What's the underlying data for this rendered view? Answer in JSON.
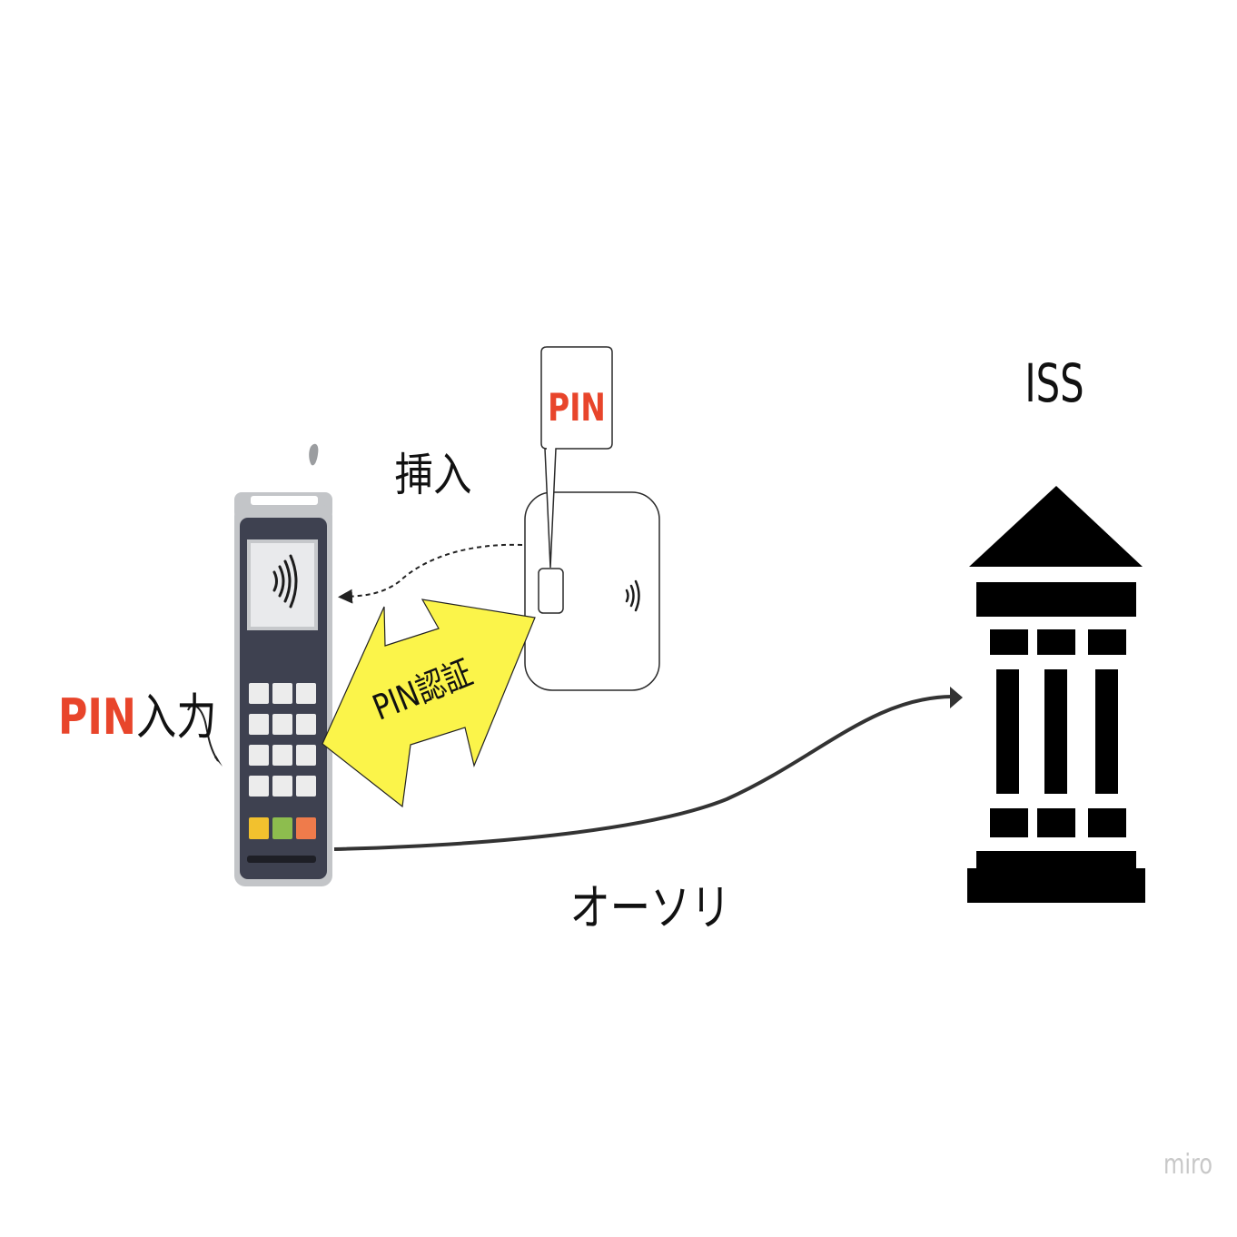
{
  "labels": {
    "pin_entry_accent": "PIN",
    "pin_entry_rest": "入力",
    "insert": "挿入",
    "card_pin_callout": "PIN",
    "pin_auth": "PIN認証",
    "authorization": "オーソリ",
    "issuer": "ISS",
    "watermark": "miro"
  },
  "colors": {
    "accent": "#e8452b",
    "arrow_fill": "#fbf44a",
    "terminal_body": "#3e4150",
    "terminal_frame": "#c3c5c8",
    "key_yellow": "#f2c12e",
    "key_green": "#8dbd4e",
    "key_orange": "#ef7b4b",
    "bank": "#000000"
  },
  "icons": {
    "terminal": "payment-terminal-icon",
    "card": "chip-card-icon",
    "bank": "bank-building-icon",
    "contactless": "contactless-icon"
  }
}
